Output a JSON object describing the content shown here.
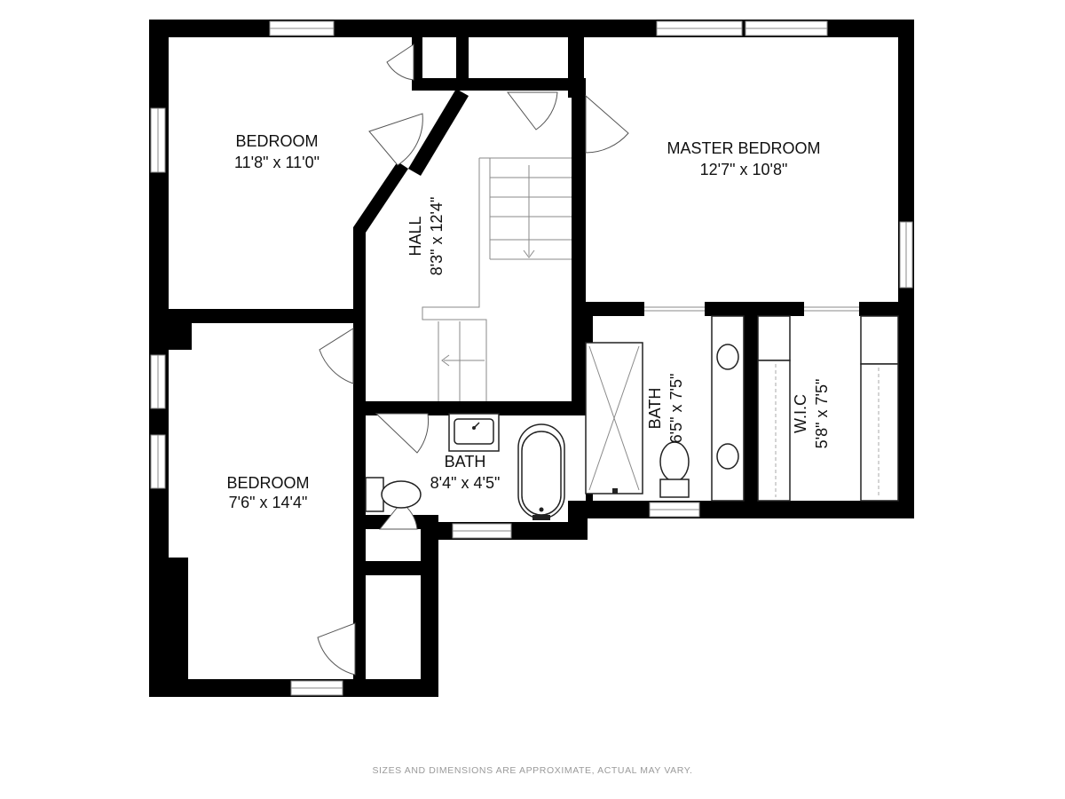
{
  "rooms": {
    "bedroom_top": {
      "name": "BEDROOM",
      "size": "11'8\" x 11'0\""
    },
    "master_bedroom": {
      "name": "MASTER BEDROOM",
      "size": "12'7\" x 10'8\""
    },
    "hall": {
      "name": "HALL",
      "size": "8'3\" x 12'4\""
    },
    "bedroom_bottom": {
      "name": "BEDROOM",
      "size": "7'6\" x 14'4\""
    },
    "bath_hall": {
      "name": "BATH",
      "size": "8'4\" x 4'5\""
    },
    "bath_master": {
      "name": "BATH",
      "size": "6'5\" x 7'5\""
    },
    "wic": {
      "name": "W.I.C",
      "size": "5'8\" x 7'5\""
    }
  },
  "disclaimer": "SIZES AND DIMENSIONS ARE APPROXIMATE, ACTUAL MAY VARY.",
  "colors": {
    "wall": "#000000",
    "background": "#ffffff",
    "line": "#8a8a8a"
  }
}
